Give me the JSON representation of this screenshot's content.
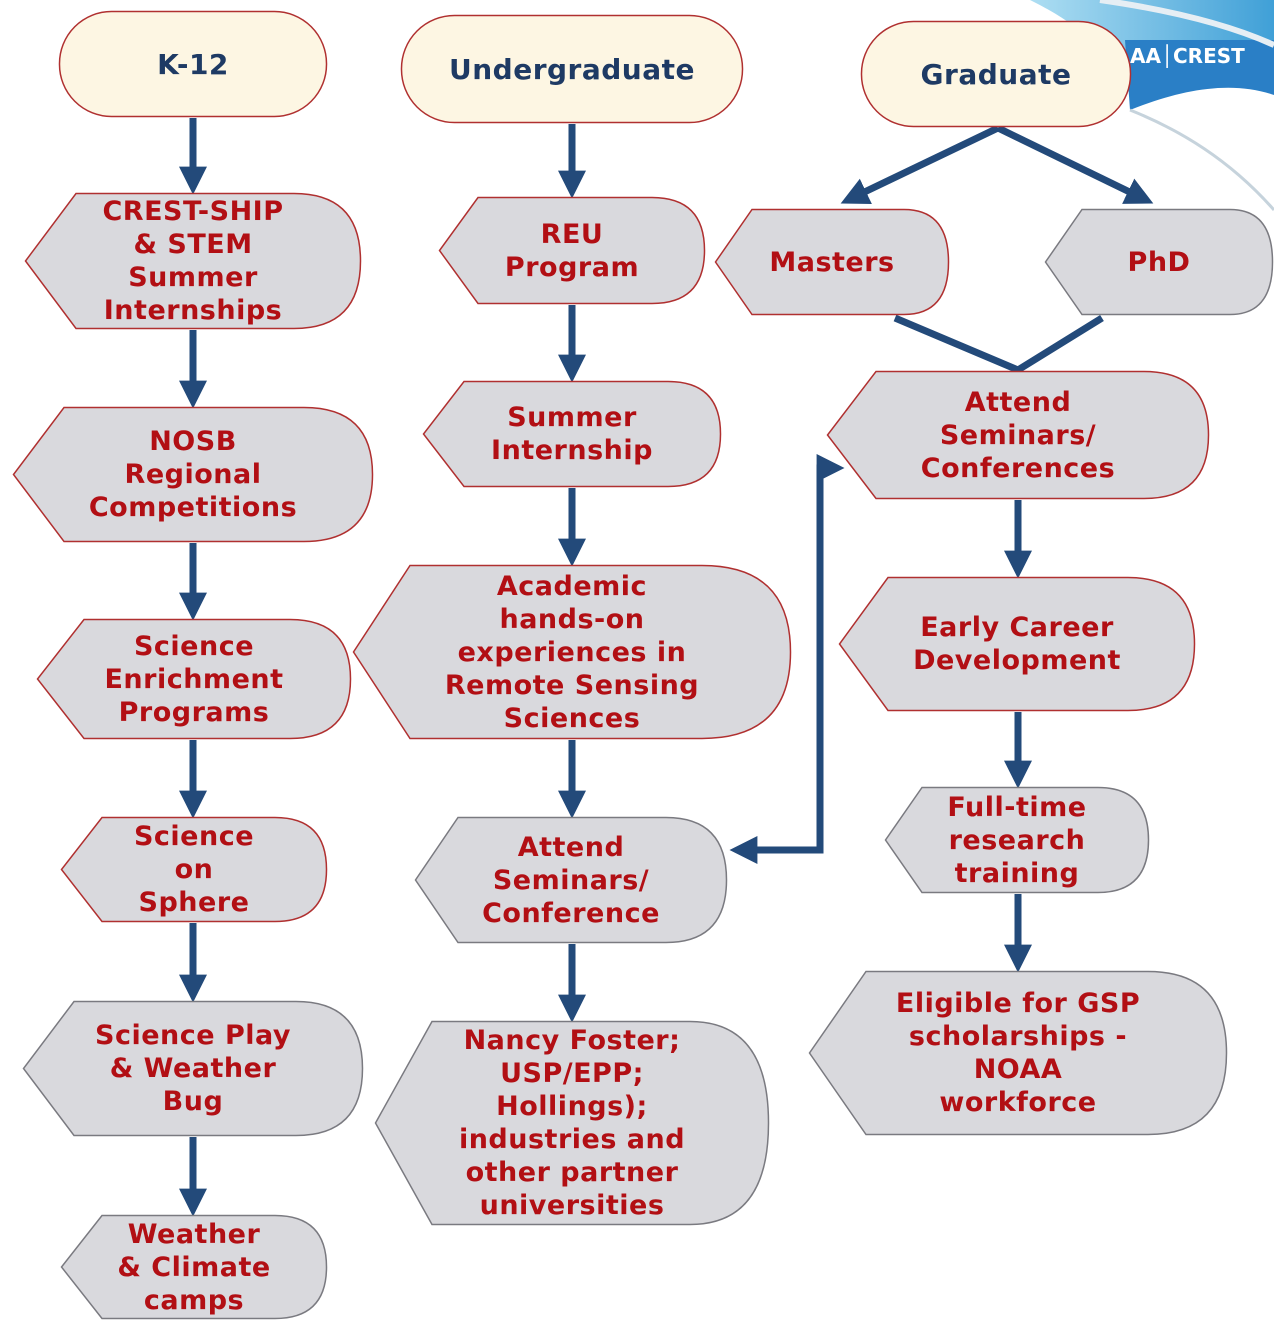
{
  "logo": {
    "text": "AA│CREST"
  },
  "colors": {
    "start_fill": "#fdf6e3",
    "node_fill": "#d9d9dd",
    "border": "#b03030",
    "arrow": "#234a7a",
    "text": "#b20f14",
    "start_text": "#1e3a64"
  },
  "columns": {
    "k12": {
      "start": "K-12",
      "steps": [
        "CREST-SHIP\n& STEM\nSummer\nInternships",
        "NOSB\nRegional\nCompetitions",
        "Science\nEnrichment\nPrograms",
        "Science\non\nSphere",
        "Science Play\n& Weather\nBug",
        "Weather\n& Climate\ncamps"
      ]
    },
    "undergraduate": {
      "start": "Undergraduate",
      "steps": [
        "REU\nProgram",
        "Summer\nInternship",
        "Academic\nhands-on\nexperiences in\nRemote Sensing\nSciences",
        "Attend\nSeminars/\nConference",
        "Nancy Foster;\nUSP/EPP;\nHollings);\nindustries and\nother partner\nuniversities"
      ]
    },
    "graduate": {
      "start": "Graduate",
      "branches": [
        "Masters",
        "PhD"
      ],
      "steps": [
        "Attend\nSeminars/\nConferences",
        "Early Career\nDevelopment",
        "Full-time\nresearch\ntraining",
        "Eligible for GSP\nscholarships -\nNOAA\nworkforce"
      ]
    }
  }
}
